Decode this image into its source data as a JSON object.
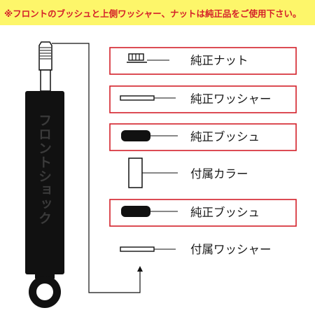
{
  "notice": "※フロントのブッシュと上側ワッシャー、ナットは純正品をご使用下さい。",
  "shock_label": "フロントショック",
  "parts": [
    {
      "label": "純正ナット",
      "boxed": true
    },
    {
      "label": "純正ワッシャー",
      "boxed": true
    },
    {
      "label": "純正ブッシュ",
      "boxed": true
    },
    {
      "label": "付属カラー",
      "boxed": false
    },
    {
      "label": "純正ブッシュ",
      "boxed": true
    },
    {
      "label": "付属ワッシャー",
      "boxed": false
    }
  ],
  "colors": {
    "banner_bg": "#fdf66a",
    "banner_text": "#d4202a",
    "highlight_border": "#d4202a",
    "part_fill": "#111111"
  }
}
